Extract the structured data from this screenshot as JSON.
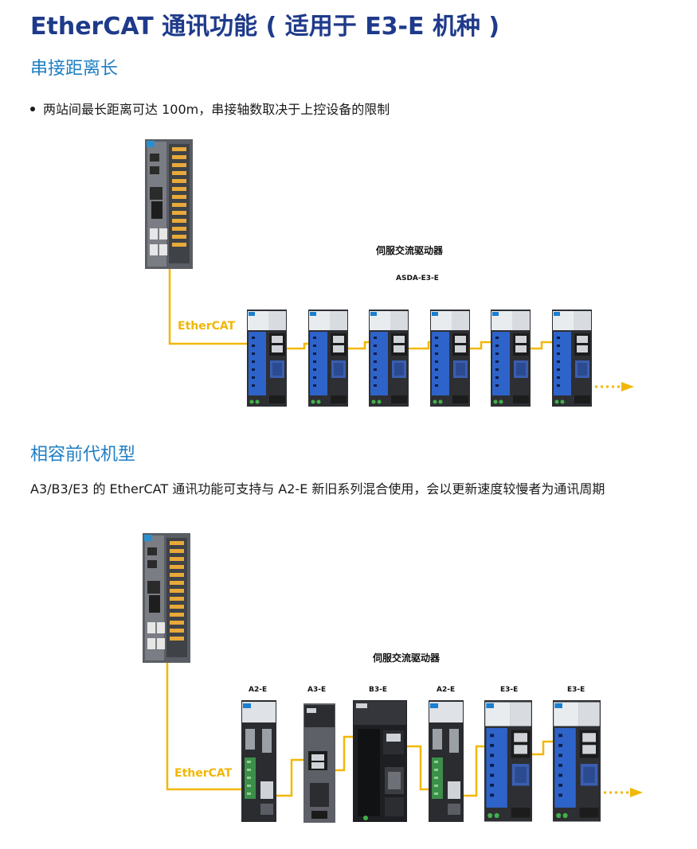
{
  "page": {
    "title": "EtherCAT 通讯功能 ( 适用于 E3-E 机种 )",
    "section1": {
      "heading": "串接距离长",
      "bullet": "两站间最长距离可达 100m，串接轴数取决于上控设备的限制"
    },
    "diagram1": {
      "label_cn": "伺服交流驱动器",
      "label_model": "ASDA-E3-E",
      "link_label": "EtherCAT"
    },
    "section2": {
      "heading": "相容前代机型",
      "paragraph": "A3/B3/E3 的 EtherCAT 通讯功能可支持与 A2-E 新旧系列混合使用，会以更新速度较慢者为通讯周期"
    },
    "diagram2": {
      "label_cn": "伺服交流驱动器",
      "link_label": "EtherCAT",
      "models": [
        "A2-E",
        "A3-E",
        "B3-E",
        "A2-E",
        "E3-E",
        "E3-E"
      ]
    },
    "colors": {
      "title": "#1e3a8a",
      "section": "#1f7fc4",
      "link": "#f2b705",
      "drive_blue": "#2e63c9"
    }
  }
}
